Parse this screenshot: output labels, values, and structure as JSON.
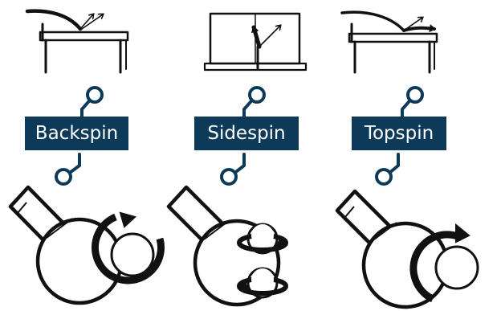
{
  "spin_types": [
    {
      "id": "backspin",
      "label": "Backspin"
    },
    {
      "id": "sidespin",
      "label": "Sidespin"
    },
    {
      "id": "topspin",
      "label": "Topspin"
    }
  ],
  "colors": {
    "label_bg": "#0e3a5a",
    "label_text": "#ffffff",
    "ink": "#111111"
  }
}
